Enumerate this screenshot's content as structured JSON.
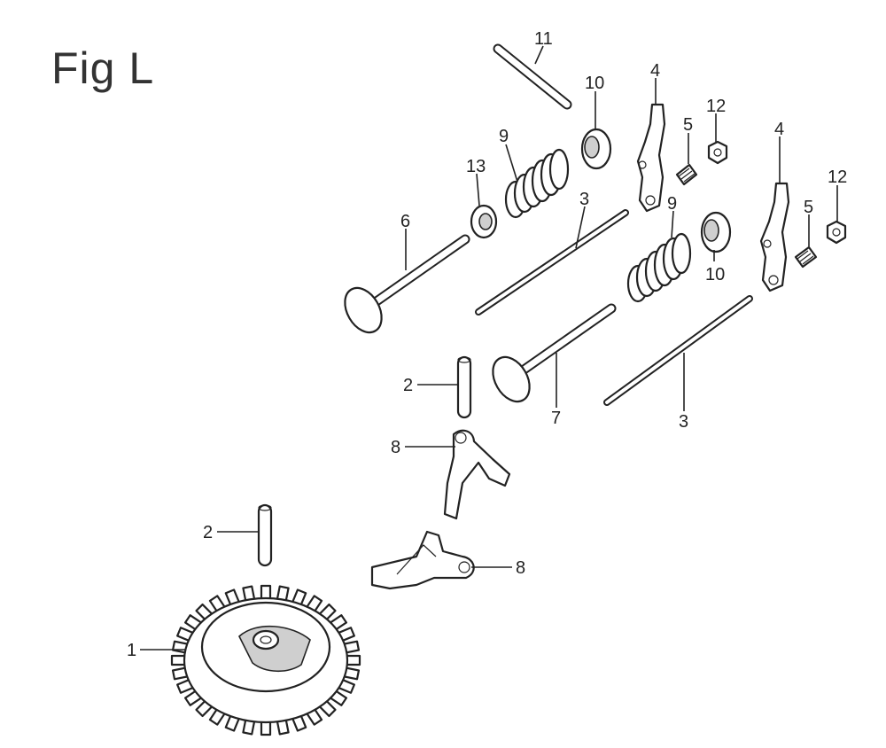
{
  "figure": {
    "title": "Fig L"
  },
  "callouts": [
    {
      "id": "c11",
      "label": "11"
    },
    {
      "id": "c10a",
      "label": "10"
    },
    {
      "id": "c4a",
      "label": "4"
    },
    {
      "id": "c12a",
      "label": "12"
    },
    {
      "id": "c5a",
      "label": "5"
    },
    {
      "id": "c9a",
      "label": "9"
    },
    {
      "id": "c13",
      "label": "13"
    },
    {
      "id": "c3a",
      "label": "3"
    },
    {
      "id": "c6",
      "label": "6"
    },
    {
      "id": "c4b",
      "label": "4"
    },
    {
      "id": "c12b",
      "label": "12"
    },
    {
      "id": "c9b",
      "label": "9"
    },
    {
      "id": "c5b",
      "label": "5"
    },
    {
      "id": "c10b",
      "label": "10"
    },
    {
      "id": "c2a",
      "label": "2"
    },
    {
      "id": "c7",
      "label": "7"
    },
    {
      "id": "c3b",
      "label": "3"
    },
    {
      "id": "c8a",
      "label": "8"
    },
    {
      "id": "c2b",
      "label": "2"
    },
    {
      "id": "c8b",
      "label": "8"
    },
    {
      "id": "c1",
      "label": "1"
    }
  ]
}
